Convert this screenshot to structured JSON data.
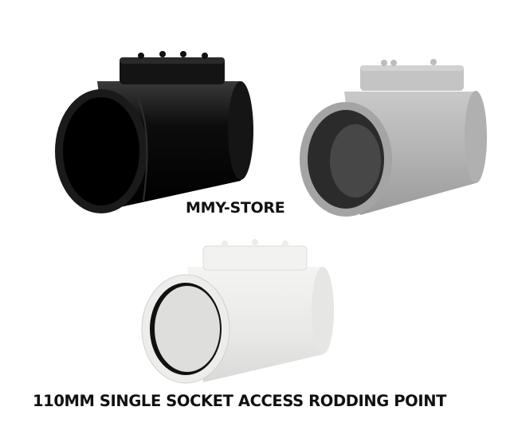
{
  "store_name": "MMY-STORE",
  "caption": "110MM SINGLE SOCKET ACCESS RODDING POINT",
  "products": [
    {
      "name": "black-rodding-point",
      "color": "black",
      "body_hex": "#0d0d0d",
      "cap_hex": "#141414",
      "inner_hex": "#000000"
    },
    {
      "name": "grey-rodding-point",
      "color": "grey",
      "body_hex": "#b4b4b4",
      "cap_hex": "#c2c2c2",
      "inner_hex": "#2c2c2c"
    },
    {
      "name": "white-rodding-point",
      "color": "white",
      "body_hex": "#ececea",
      "cap_hex": "#f1f1ef",
      "inner_hex": "#d8d8d6"
    }
  ]
}
